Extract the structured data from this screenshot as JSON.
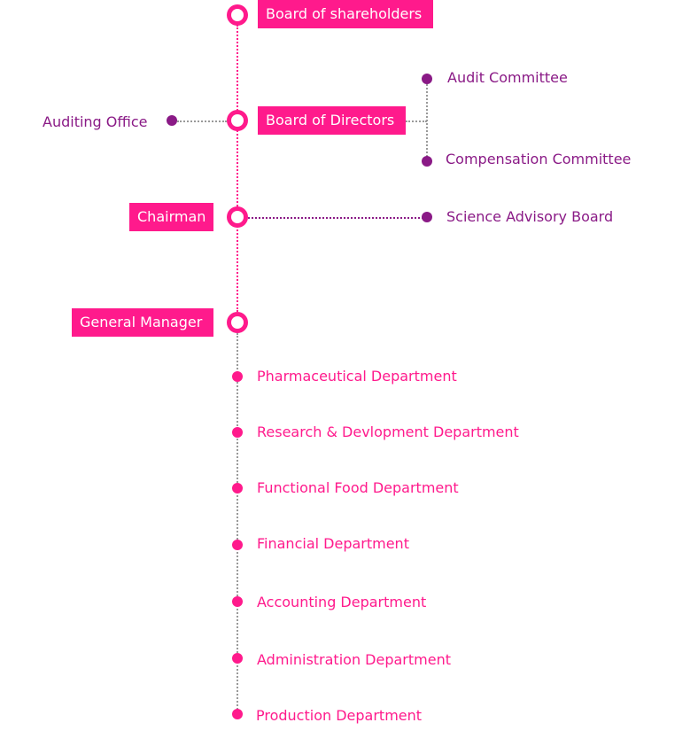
{
  "spine": {
    "board_of_shareholders": "Board of shareholders",
    "board_of_directors": "Board of Directors",
    "chairman": "Chairman",
    "general_manager": "General Manager"
  },
  "side": {
    "auditing_office": "Auditing Office",
    "audit_committee": "Audit Committee",
    "compensation_committee": "Compensation Committee",
    "science_advisory_board": "Science Advisory Board"
  },
  "departments": [
    "Pharmaceutical Department",
    "Research & Devlopment Department",
    "Functional Food Department",
    "Financial Department",
    "Accounting Department",
    "Administration Department",
    "Production Department"
  ],
  "colors": {
    "pink": "#ff1a8c",
    "purple": "#8a1a86",
    "connector_gray": "#9a9a9a"
  }
}
